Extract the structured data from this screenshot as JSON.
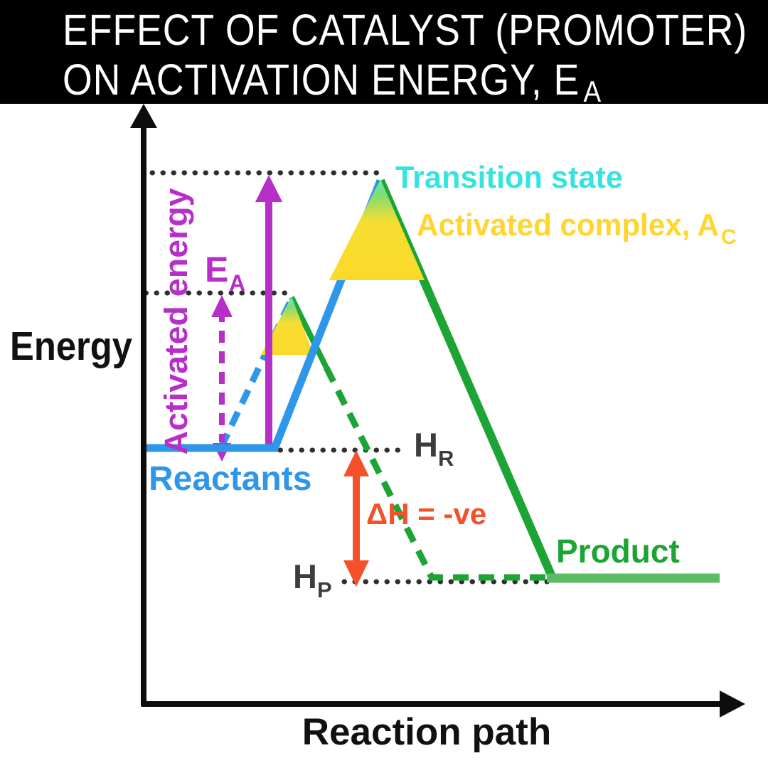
{
  "header": {
    "line1": "EFFECT OF CATALYST (PROMOTER)",
    "line2": "ON ACTIVATION ENERGY, E",
    "line2_subscript": "A"
  },
  "axis": {
    "y_label": "Energy",
    "x_label": "Reaction path"
  },
  "labels": {
    "activated_energy": "Activated energy",
    "activation_energy_symbol": "E",
    "activation_energy_subscript": "A",
    "transition_state": "Transition state",
    "activated_complex": "Activated complex, A",
    "activated_complex_subscript": "C",
    "reactants": "Reactants",
    "reactant_enthalpy": "H",
    "reactant_enthalpy_subscript": "R",
    "product_enthalpy": "H",
    "product_enthalpy_subscript": "P",
    "enthalpy_change": "ΔH = -ve",
    "product": "Product"
  },
  "colors": {
    "header-bg": "#000000",
    "header-fg": "#ffffff",
    "axis-black": "#0d0d0d",
    "magenta": "#b62fc9",
    "blue": "#2f97ea",
    "cyan": "#35e3e0",
    "yellow": "#fbd928",
    "yellow-text": "#ffd52e",
    "green": "#1ca435",
    "light-green": "#5bbd63",
    "orange": "#f4512a",
    "gray-text": "#3d3d3d",
    "dot-gray": "#2f2f2f",
    "triangle-teal": "#6fe3c0",
    "triangle-green": "#7edd72",
    "triangle-yellow": "#f7dd33"
  },
  "diagram": {
    "type": "reaction-energy-profile",
    "reactant_level_label": "HR",
    "product_level_label": "HP",
    "enthalpy_change": "ΔH = -ve (product level below reactant level, exothermic)",
    "paths": [
      {
        "name": "without catalyst",
        "line_style": "solid (blue up, green down)",
        "peak_label": "Transition state / Activated complex, Ac",
        "activation_energy": "EA large (solid magenta arrow to upper dotted level)"
      },
      {
        "name": "with catalyst (promoter)",
        "line_style": "dashed (blue up, green down)",
        "peak_label": "lower activated complex",
        "activation_energy": "EA small (dashed magenta arrow to lower dotted level)"
      }
    ]
  }
}
